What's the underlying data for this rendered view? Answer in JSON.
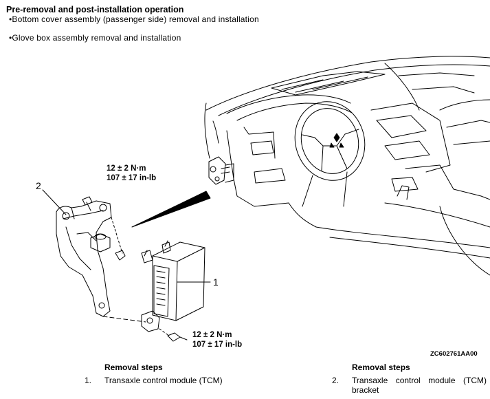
{
  "header": {
    "title": "Pre-removal and post-installation operation",
    "bullets": [
      "•Bottom cover assembly (passenger side) removal and installation",
      "•Glove box assembly removal and installation"
    ]
  },
  "figure": {
    "callouts": [
      "1",
      "2"
    ],
    "torque_upper": {
      "metric": "12 ± 2 N·m",
      "imperial": "107 ± 17 in-lb"
    },
    "torque_lower": {
      "metric": "12 ± 2 N·m",
      "imperial": "107 ± 17 in-lb"
    },
    "code": "ZC602761AA00"
  },
  "removal_steps": [
    {
      "heading": "Removal steps",
      "number": "1.",
      "text": "Transaxle control module (TCM)"
    },
    {
      "heading": "Removal steps",
      "number": "2.",
      "text": "Transaxle control module (TCM) bracket"
    }
  ]
}
